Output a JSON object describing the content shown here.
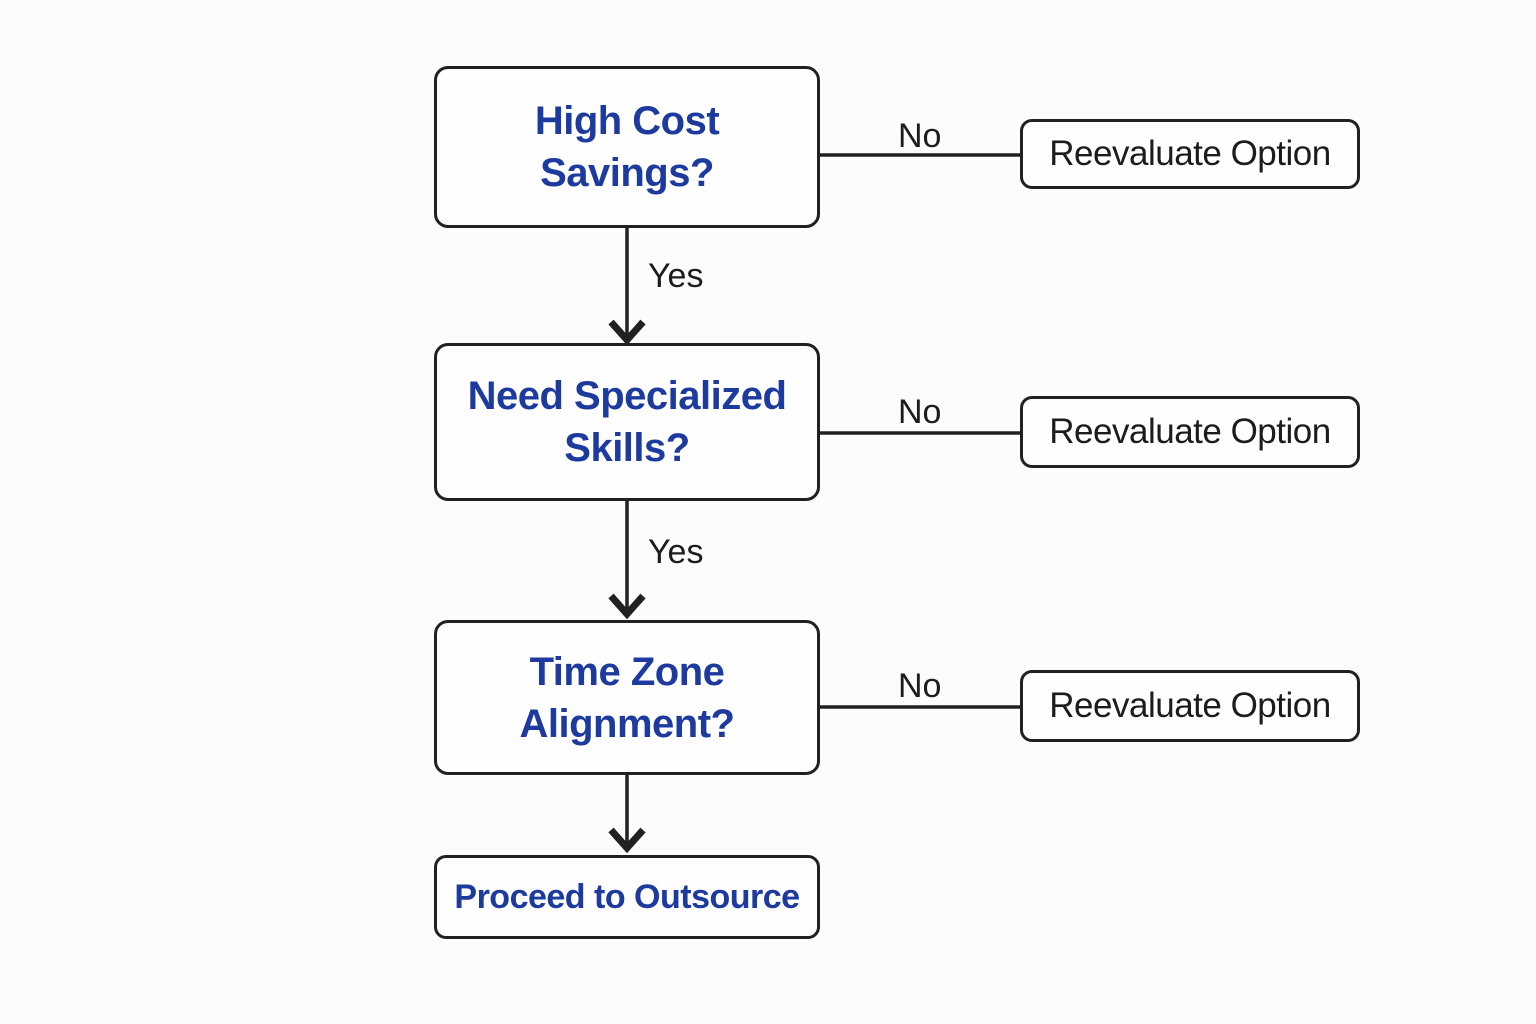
{
  "colors": {
    "background": "#fcfcfc",
    "node_fill": "#fefefe",
    "stroke": "#212121",
    "question_text_blue": "#1d3a9e",
    "edge_label_text": "#1c1c1e"
  },
  "flow": {
    "steps": [
      {
        "question": "High Cost\nSavings?",
        "yes": "Yes",
        "no": "No",
        "no_target": "Reevaluate Option"
      },
      {
        "question": "Need Specialized\nSkills?",
        "yes": "Yes",
        "no": "No",
        "no_target": "Reevaluate Option"
      },
      {
        "question": "Time Zone\nAlignment?",
        "no": "No",
        "no_target": "Reevaluate Option"
      }
    ],
    "final": "Proceed to Outsource"
  }
}
